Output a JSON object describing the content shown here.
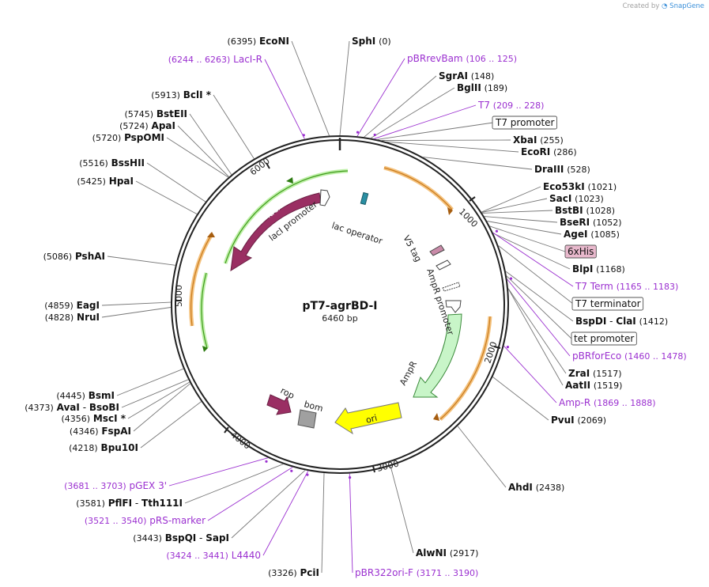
{
  "credit": {
    "prefix": "Created by",
    "brand": "SnapGene"
  },
  "plasmid": {
    "name": "pT7-agrBD-I",
    "size_label": "6460 bp",
    "length": 6460
  },
  "colors": {
    "primer": "#9b30d0",
    "site": "#000000",
    "backbone": "#222222"
  },
  "ticks": [
    "1000",
    "2000",
    "3000",
    "4000",
    "5000",
    "6000"
  ],
  "sites": [
    {
      "name": "SphI",
      "pos_label": "(0)",
      "type": "site"
    },
    {
      "name": "pBRrevBam",
      "pos_label": "(106 .. 125)",
      "type": "primer"
    },
    {
      "name": "SgrAI",
      "pos_label": "(148)",
      "type": "site"
    },
    {
      "name": "BglII",
      "pos_label": "(189)",
      "type": "site"
    },
    {
      "name": "T7",
      "pos_label": "(209 .. 228)",
      "type": "primer"
    },
    {
      "name": "T7 promoter",
      "pos_label": "",
      "type": "boxed"
    },
    {
      "name": "XbaI",
      "pos_label": "(255)",
      "type": "site"
    },
    {
      "name": "EcoRI",
      "pos_label": "(286)",
      "type": "site"
    },
    {
      "name": "DraIII",
      "pos_label": "(528)",
      "type": "site"
    },
    {
      "name": "Eco53kI",
      "pos_label": "(1021)",
      "type": "site"
    },
    {
      "name": "SacI",
      "pos_label": "(1023)",
      "type": "site"
    },
    {
      "name": "BstBI",
      "pos_label": "(1028)",
      "type": "site"
    },
    {
      "name": "BseRI",
      "pos_label": "(1052)",
      "type": "site"
    },
    {
      "name": "AgeI",
      "pos_label": "(1085)",
      "type": "site"
    },
    {
      "name": "6xHis",
      "pos_label": "",
      "type": "boxed-pink"
    },
    {
      "name": "BlpI",
      "pos_label": "(1168)",
      "type": "site"
    },
    {
      "name": "T7 Term",
      "pos_label": "(1165 .. 1183)",
      "type": "primer"
    },
    {
      "name": "T7 terminator",
      "pos_label": "",
      "type": "boxed"
    },
    {
      "name": "BspDI",
      "name2": "ClaI",
      "pos_label": "(1412)",
      "type": "site-pair"
    },
    {
      "name": "tet promoter",
      "pos_label": "",
      "type": "boxed"
    },
    {
      "name": "pBRforEco",
      "pos_label": "(1460 .. 1478)",
      "type": "primer"
    },
    {
      "name": "ZraI",
      "pos_label": "(1517)",
      "type": "site"
    },
    {
      "name": "AatII",
      "pos_label": "(1519)",
      "type": "site"
    },
    {
      "name": "Amp-R",
      "pos_label": "(1869 .. 1888)",
      "type": "primer"
    },
    {
      "name": "PvuI",
      "pos_label": "(2069)",
      "type": "site"
    },
    {
      "name": "AhdI",
      "pos_label": "(2438)",
      "type": "site"
    },
    {
      "name": "AlwNI",
      "pos_label": "(2917)",
      "type": "site"
    },
    {
      "name": "pBR322ori-F",
      "pos_label": "(3171 .. 3190)",
      "type": "primer"
    },
    {
      "name": "PciI",
      "pos_label": "(3326)",
      "type": "site-left"
    },
    {
      "name": "L4440",
      "pos_label": "(3424 .. 3441)",
      "type": "primer-left"
    },
    {
      "name": "BspQI",
      "name2": "SapI",
      "pos_label": "(3443)",
      "type": "site-pair-left"
    },
    {
      "name": "pRS-marker",
      "pos_label": "(3521 .. 3540)",
      "type": "primer-left"
    },
    {
      "name": "PflFI",
      "name2": "Tth111I",
      "pos_label": "(3581)",
      "type": "site-pair-left"
    },
    {
      "name": "pGEX 3'",
      "pos_label": "(3681 .. 3703)",
      "type": "primer-left"
    },
    {
      "name": "Bpu10I",
      "pos_label": "(4218)",
      "type": "site-left"
    },
    {
      "name": "FspAI",
      "pos_label": "(4346)",
      "type": "site-left"
    },
    {
      "name": "MscI",
      "pos_label": "(4356)",
      "type": "site-left",
      "star": "*"
    },
    {
      "name": "AvaI",
      "name2": "BsoBI",
      "pos_label": "(4373)",
      "type": "site-pair-left"
    },
    {
      "name": "BsmI",
      "pos_label": "(4445)",
      "type": "site-left"
    },
    {
      "name": "NruI",
      "pos_label": "(4828)",
      "type": "site-left"
    },
    {
      "name": "EagI",
      "pos_label": "(4859)",
      "type": "site-left"
    },
    {
      "name": "PshAI",
      "pos_label": "(5086)",
      "type": "site-left"
    },
    {
      "name": "HpaI",
      "pos_label": "(5425)",
      "type": "site-left"
    },
    {
      "name": "BssHII",
      "pos_label": "(5516)",
      "type": "site-left"
    },
    {
      "name": "PspOMI",
      "pos_label": "(5720)",
      "type": "site-left"
    },
    {
      "name": "ApaI",
      "pos_label": "(5724)",
      "type": "site-left"
    },
    {
      "name": "BstEII",
      "pos_label": "(5745)",
      "type": "site-left"
    },
    {
      "name": "BclI",
      "pos_label": "(5913)",
      "type": "site-left",
      "star": "*"
    },
    {
      "name": "LacI-R",
      "pos_label": "(6244 .. 6263)",
      "type": "primer-left"
    },
    {
      "name": "EcoNI",
      "pos_label": "(6395)",
      "type": "site-left"
    }
  ],
  "features": [
    {
      "name": "lacI",
      "color": "#9a2f63"
    },
    {
      "name": "lacI promoter",
      "color": "#ffffff"
    },
    {
      "name": "lac operator",
      "color": "#2a8fa3"
    },
    {
      "name": "V5 tag",
      "color": "#c98aa8"
    },
    {
      "name": "AmpR promoter",
      "color": "#ffffff"
    },
    {
      "name": "AmpR",
      "color": "#c8f5c8"
    },
    {
      "name": "ori",
      "color": "#ffff00"
    },
    {
      "name": "rop",
      "color": "#9a2f63"
    },
    {
      "name": "bom",
      "color": "#a0a0a0"
    }
  ]
}
